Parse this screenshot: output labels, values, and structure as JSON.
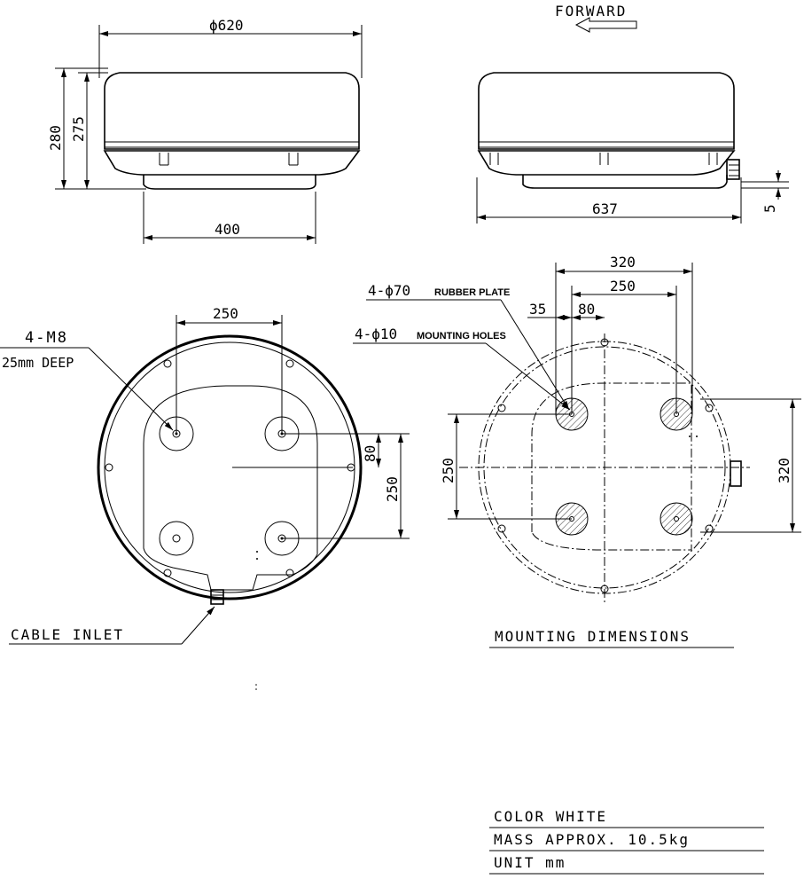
{
  "side_view": {
    "diameter_label": "ϕ620",
    "height_total": "280",
    "height_dome": "275",
    "base_width": "400"
  },
  "front_view": {
    "forward_label": "FORWARD",
    "length": "637",
    "offset": "5"
  },
  "bottom_view": {
    "hole_spacing_x": "250",
    "hole_spacing_y": "250",
    "offset_y": "80",
    "thread_label": "4-M8",
    "depth_label": "25mm  DEEP",
    "cable_inlet_label": "CABLE  INLET"
  },
  "mounting_view": {
    "outer_span": "320",
    "inner_span": "250",
    "offset_a": "35",
    "offset_b": "80",
    "rubber_label": "4-ϕ70",
    "rubber_note": "RUBBER PLATE",
    "holes_label": "4-ϕ10",
    "holes_note": "MOUNTING HOLES",
    "height_outer": "320",
    "height_inner": "250",
    "title": "MOUNTING DIMENSIONS"
  },
  "specs": {
    "color": "COLOR  WHITE",
    "mass": "MASS   APPROX. 10.5kg",
    "unit": "UNIT   mm"
  }
}
